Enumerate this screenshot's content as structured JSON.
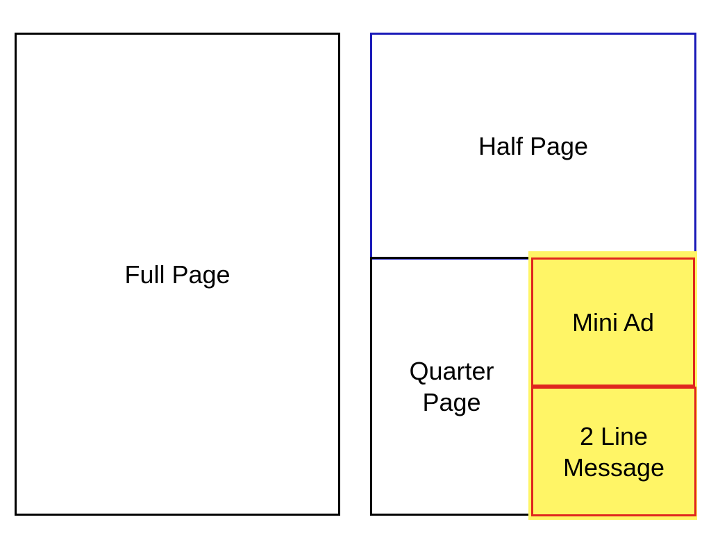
{
  "blocks": {
    "full_page": "Full Page",
    "half_page": "Half Page",
    "quarter_page": [
      "Quarter",
      "Page"
    ],
    "mini_ad": "Mini Ad",
    "two_line_message": [
      "2 Line",
      "Message"
    ]
  },
  "colors": {
    "outline": "#000000",
    "half_page_border": "#1a1ab8",
    "highlight_fill": "#fff566",
    "highlight_border": "#e0261e"
  }
}
